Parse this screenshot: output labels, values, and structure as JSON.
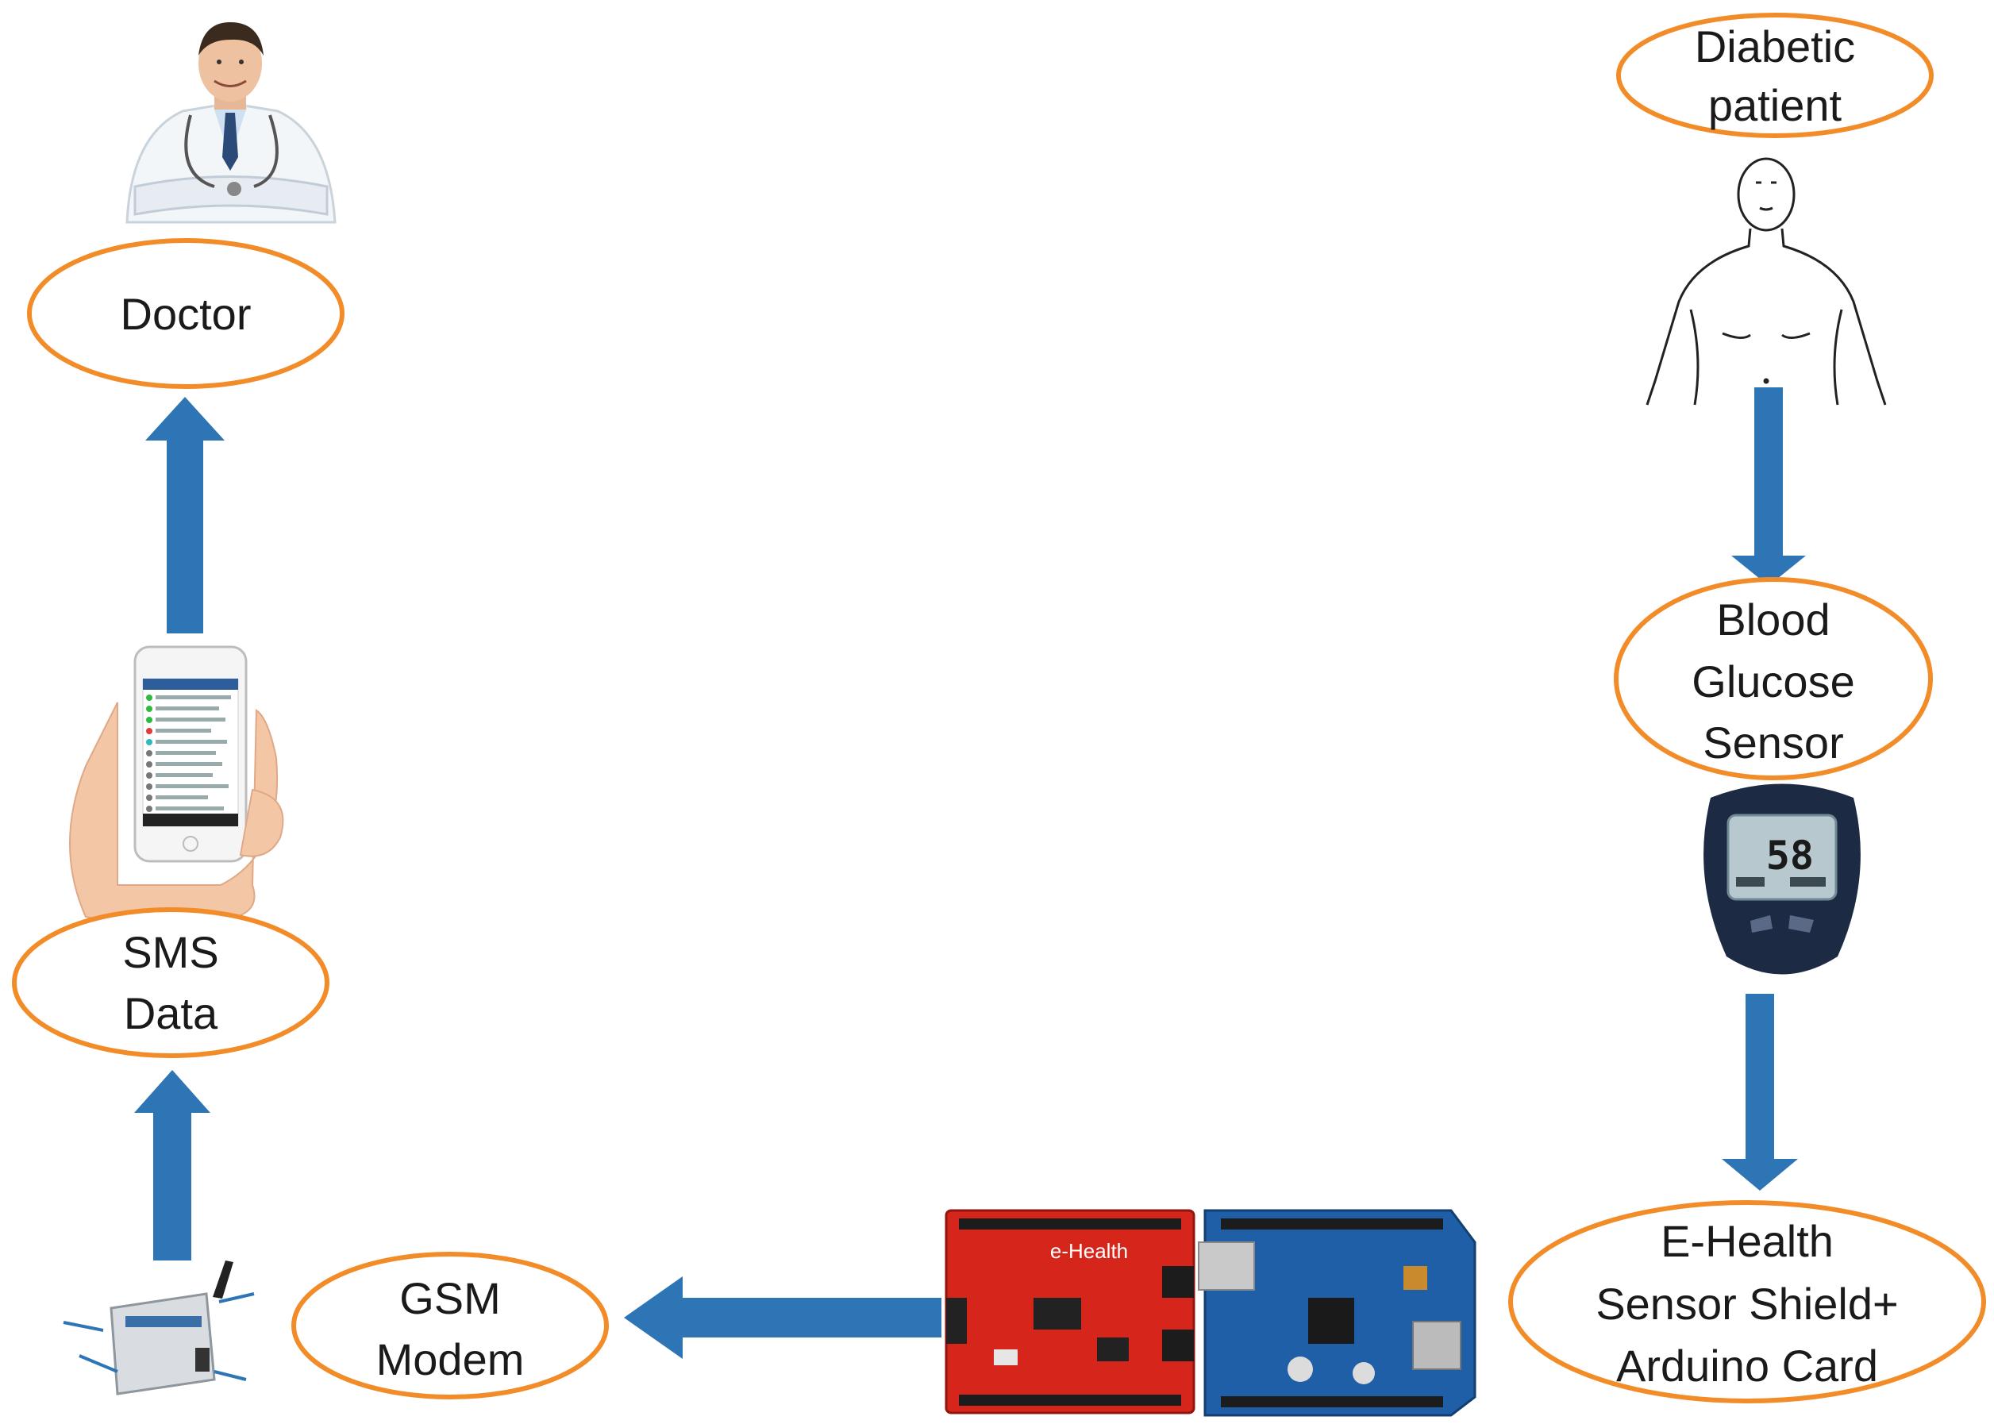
{
  "nodes": {
    "diabetic_patient": [
      "Diabetic",
      "patient"
    ],
    "blood_glucose_sensor": [
      "Blood",
      "Glucose",
      "Sensor"
    ],
    "ehealth_shield": [
      "E-Health",
      "Sensor Shield+",
      "Arduino Card"
    ],
    "gsm_modem": [
      "GSM",
      "Modem"
    ],
    "sms_data": [
      "SMS",
      "Data"
    ],
    "doctor": [
      "Doctor"
    ]
  },
  "glucose_meter": {
    "reading": "58"
  },
  "board_label": "e-Health",
  "colors": {
    "arrow": "#2e75b6",
    "ellipse_border": "#f28c28",
    "shield_red": "#d6261c",
    "shield_blue": "#1f5fa8"
  }
}
